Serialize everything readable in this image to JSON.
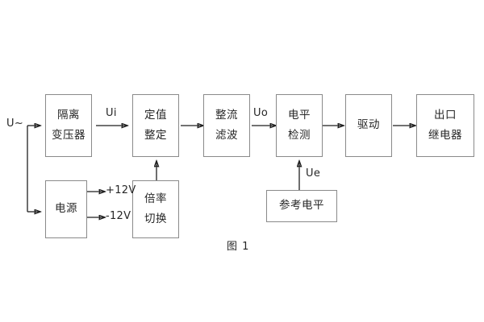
{
  "diagram": {
    "caption": "图 1",
    "blocks": [
      {
        "id": "isolation-transformer",
        "lines": [
          "隔离",
          "变压器"
        ]
      },
      {
        "id": "setting-value",
        "lines": [
          "定值",
          "整定"
        ]
      },
      {
        "id": "rectify-filter",
        "lines": [
          "整流",
          "滤波"
        ]
      },
      {
        "id": "level-detection",
        "lines": [
          "电平",
          "检测"
        ]
      },
      {
        "id": "drive",
        "lines": [
          "驱动"
        ]
      },
      {
        "id": "output-relay",
        "lines": [
          "出口",
          "继电器"
        ]
      },
      {
        "id": "power-supply",
        "lines": [
          "电源"
        ]
      },
      {
        "id": "multiplier-switch",
        "lines": [
          "倍率",
          "切换"
        ]
      },
      {
        "id": "reference-level",
        "lines": [
          "参考电平"
        ]
      }
    ],
    "signals": {
      "input_ac": "U~",
      "ui": "Ui",
      "uo": "Uo",
      "ue": "Ue",
      "rail_positive": "+12V",
      "rail_negative": "-12V"
    },
    "colors": {
      "background": "#ffffff",
      "box_border": "#8a8a8a",
      "wire": "#1f1f1f",
      "text": "#262626"
    }
  }
}
